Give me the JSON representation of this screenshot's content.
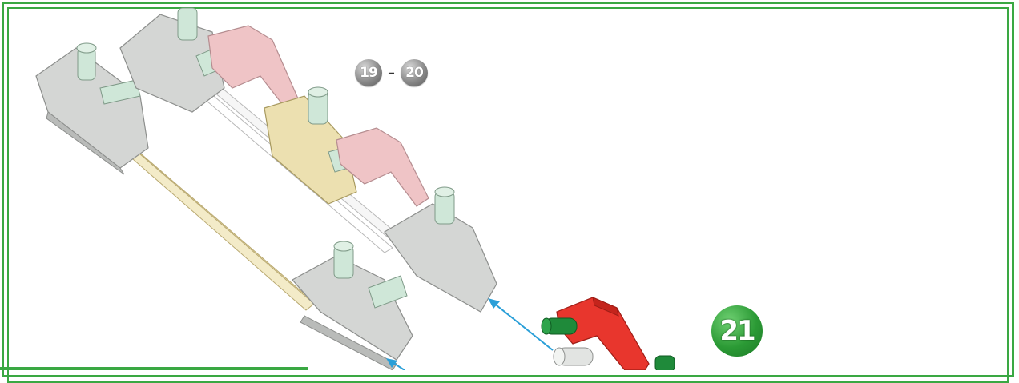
{
  "steps": {
    "range_start": "19",
    "range_separator": "–",
    "range_end": "20",
    "current": "21"
  },
  "colors": {
    "frame": "#3aa843",
    "arrow": "#2a9fd8",
    "part_grey": "#d4d6d4",
    "part_pink": "#efc4c6",
    "part_tan": "#ece0b0",
    "part_mint": "#cfe7d8",
    "part_red": "#e8362d",
    "part_green": "#1f8a3a"
  }
}
